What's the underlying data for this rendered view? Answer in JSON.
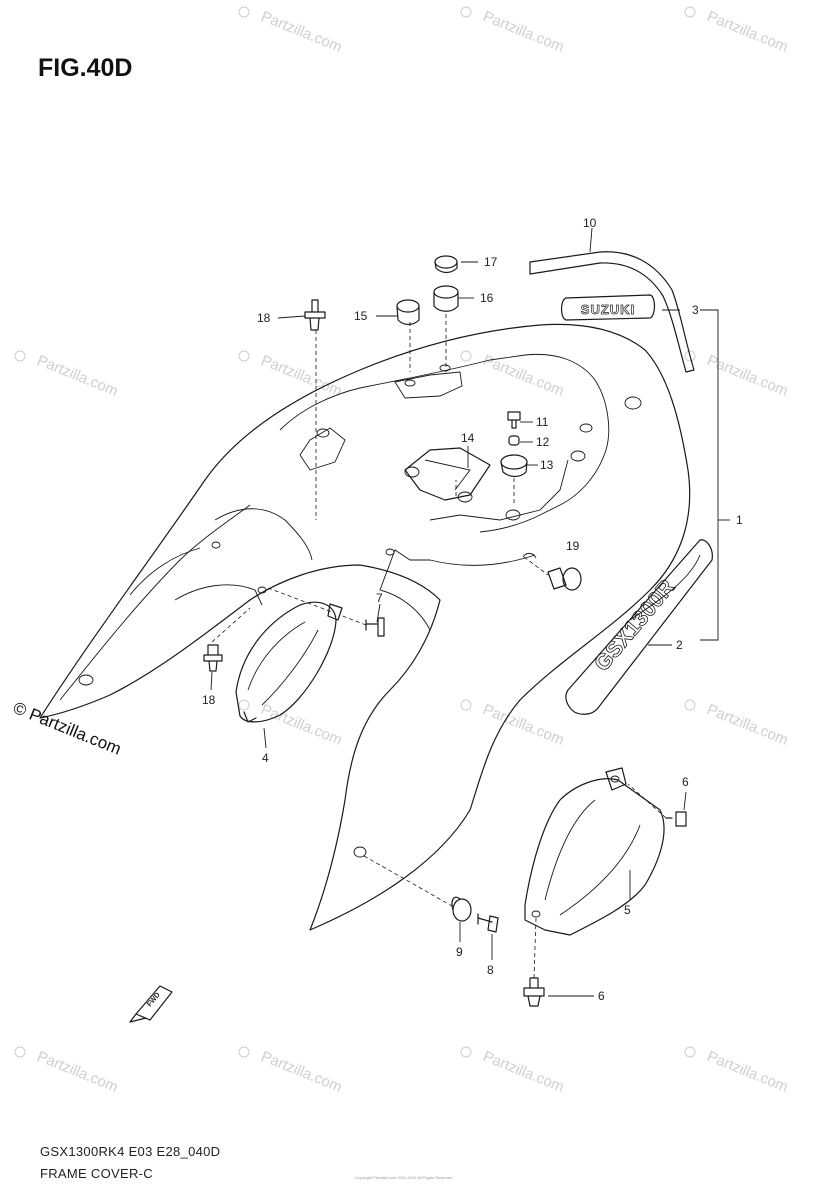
{
  "figure": {
    "title": "FIG.40D",
    "model_code": "GSX1300RK4 E03 E28_040D",
    "section_name": "FRAME COVER-C",
    "copyright_small": "Copyright Partzilla.com 2004-2019 All Rights Reserved"
  },
  "watermark": {
    "symbol": "©",
    "text": "Partzilla.com",
    "side_text": "© Partzilla.com"
  },
  "decal_text": {
    "emblem": "SUZUKI",
    "side_emblem": "GSX1300R",
    "fwd_label": "FWD"
  },
  "callouts": [
    "1",
    "2",
    "3",
    "4",
    "5",
    "6",
    "6",
    "7",
    "8",
    "9",
    "10",
    "11",
    "12",
    "13",
    "14",
    "15",
    "16",
    "17",
    "18",
    "18",
    "19"
  ],
  "colors": {
    "line": "#1a1a1a",
    "watermark": "#cfcfcf",
    "background": "#ffffff"
  }
}
